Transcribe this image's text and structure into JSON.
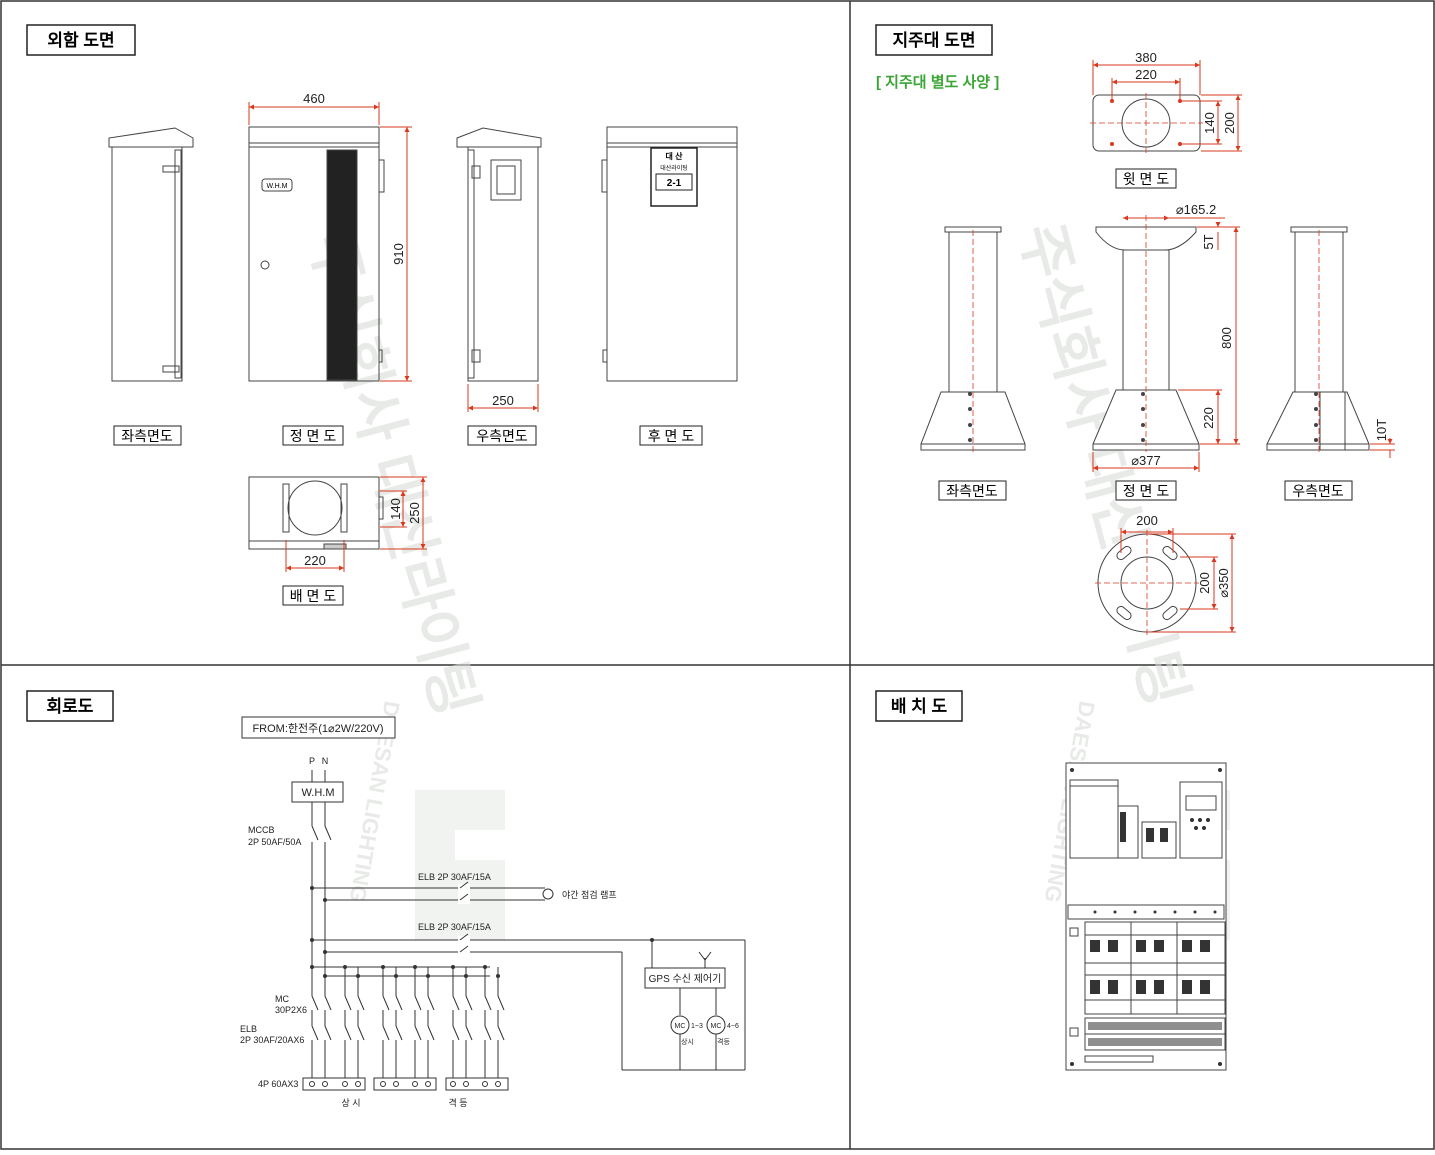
{
  "panels": {
    "exterior": {
      "title": "외함 도면",
      "views": {
        "left": "좌측면도",
        "front": "정 면 도",
        "right": "우측면도",
        "rear": "후 면 도",
        "bottom": "배 면 도"
      },
      "dims": {
        "width": "460",
        "height": "910",
        "depth": "250",
        "bottom_w": "220",
        "bottom_h1": "140",
        "bottom_h2": "250"
      },
      "whm_label": "W.H.M",
      "plate": {
        "line1": "대 산",
        "line2": "대산라이팅",
        "line3": "2-1"
      }
    },
    "pole": {
      "title": "지주대 도면",
      "note": "[ 지주대 별도 사양 ]",
      "views": {
        "top": "윗 면 도",
        "left": "좌측면도",
        "front": "정 면 도",
        "right": "우측면도"
      },
      "dims": {
        "top_w1": "380",
        "top_w2": "220",
        "top_h1": "140",
        "top_h2": "200",
        "dia_top": "⌀165.2",
        "plate_t": "5T",
        "height": "800",
        "base_h": "220",
        "base_dia": "⌀377",
        "base_t": "10T",
        "flange_w": "200",
        "flange_h": "200",
        "flange_dia": "⌀350"
      }
    },
    "circuit": {
      "title": "회로도",
      "from": "FROM:한전주(1⌀2W/220V)",
      "p": "P",
      "n": "N",
      "whm": "W.H.M",
      "mccb_1": "MCCB",
      "mccb_2": "2P 50AF/50A",
      "elb1": "ELB 2P 30AF/15A",
      "lamp": "야간 점검 램프",
      "elb2": "ELB 2P 30AF/15A",
      "gps": "GPS 수신 제어기",
      "mc1": "MC",
      "mc1_range": "1~3",
      "mc1_sub": "상시",
      "mc2": "MC",
      "mc2_range": "4~6",
      "mc2_sub": "격등",
      "mc_1": "MC",
      "mc_2": "30P2X6",
      "elb_1": "ELB",
      "elb_2": "2P 30AF/20AX6",
      "terminal": "4P 60AX3",
      "sangsi": "상 시",
      "gyeokdeung": "격 등"
    },
    "layout": {
      "title": "배 치 도"
    }
  },
  "watermark": {
    "korean": "주식회사 대산라이팅",
    "english": "DAESAN LIGHTING"
  },
  "colors": {
    "dim": "#d9381e",
    "note": "#3aa535",
    "line": "#333333",
    "watermark": "#cfd8cf"
  }
}
